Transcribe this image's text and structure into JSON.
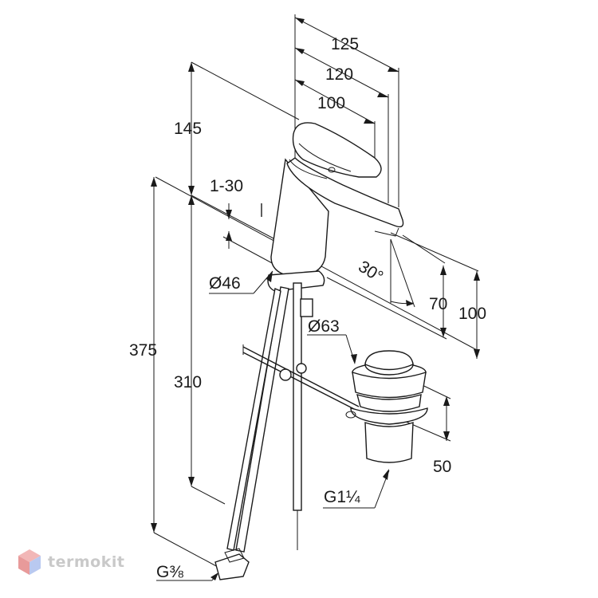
{
  "dimensions": {
    "d125": "125",
    "d120": "120",
    "d100_top": "100",
    "d145": "145",
    "d1_30": "1-30",
    "d46": "Ø46",
    "d30deg": "30°",
    "d70": "70",
    "d100_right": "100",
    "d63": "Ø63",
    "d375": "375",
    "d310": "310",
    "d50": "50",
    "g1_14": "G1¼",
    "g3_8": "G⅜"
  },
  "watermark": {
    "brand": "termokit",
    "logo_icon": "hexagon-cube-icon",
    "logo_colors": [
      "#f2b7b7",
      "#b9c9f0"
    ]
  }
}
